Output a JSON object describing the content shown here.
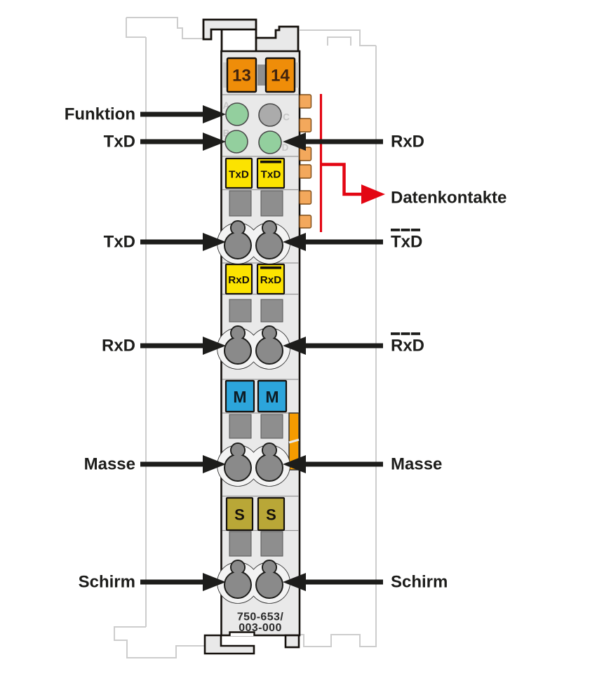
{
  "module": {
    "part_number": [
      "750-653/",
      "003-000"
    ],
    "bus_terminals": [
      "13",
      "14"
    ],
    "led_labels": [
      "A",
      "B",
      "C",
      "D"
    ],
    "signal_markers": {
      "txd": "TxD",
      "txd_inverted": "TxD",
      "rxd": "RxD",
      "rxd_inverted": "RxD",
      "ground": "M",
      "shield": "S"
    }
  },
  "callouts": {
    "left": [
      {
        "label": "Funktion"
      },
      {
        "label": "TxD"
      },
      {
        "label": "TxD"
      },
      {
        "label": "RxD"
      },
      {
        "label": "Masse"
      },
      {
        "label": "Schirm"
      }
    ],
    "right": [
      {
        "label": "RxD",
        "overline": false
      },
      {
        "label": "Datenkontakte",
        "overline": false
      },
      {
        "label": "TxD",
        "overline": true
      },
      {
        "label": "RxD",
        "overline": true
      },
      {
        "label": "Masse",
        "overline": false
      },
      {
        "label": "Schirm",
        "overline": false
      }
    ]
  },
  "colors": {
    "module_body": "#e9e9e9",
    "outline": "#14100c",
    "terminal_orange": "#ef8d09",
    "data_contact_orange": "#f3a85c",
    "latch_orange": "#f59b00",
    "marker_yellow": "#fce300",
    "marker_blue": "#2ca5db",
    "marker_olive": "#b9a737",
    "led_green": "#93cf9e",
    "led_off_gray": "#ababab",
    "slot_gray": "#8e8e8e",
    "ghost_gray": "#cdcdcd",
    "callout_red": "#e30613",
    "text_black": "#1d1d1b"
  }
}
